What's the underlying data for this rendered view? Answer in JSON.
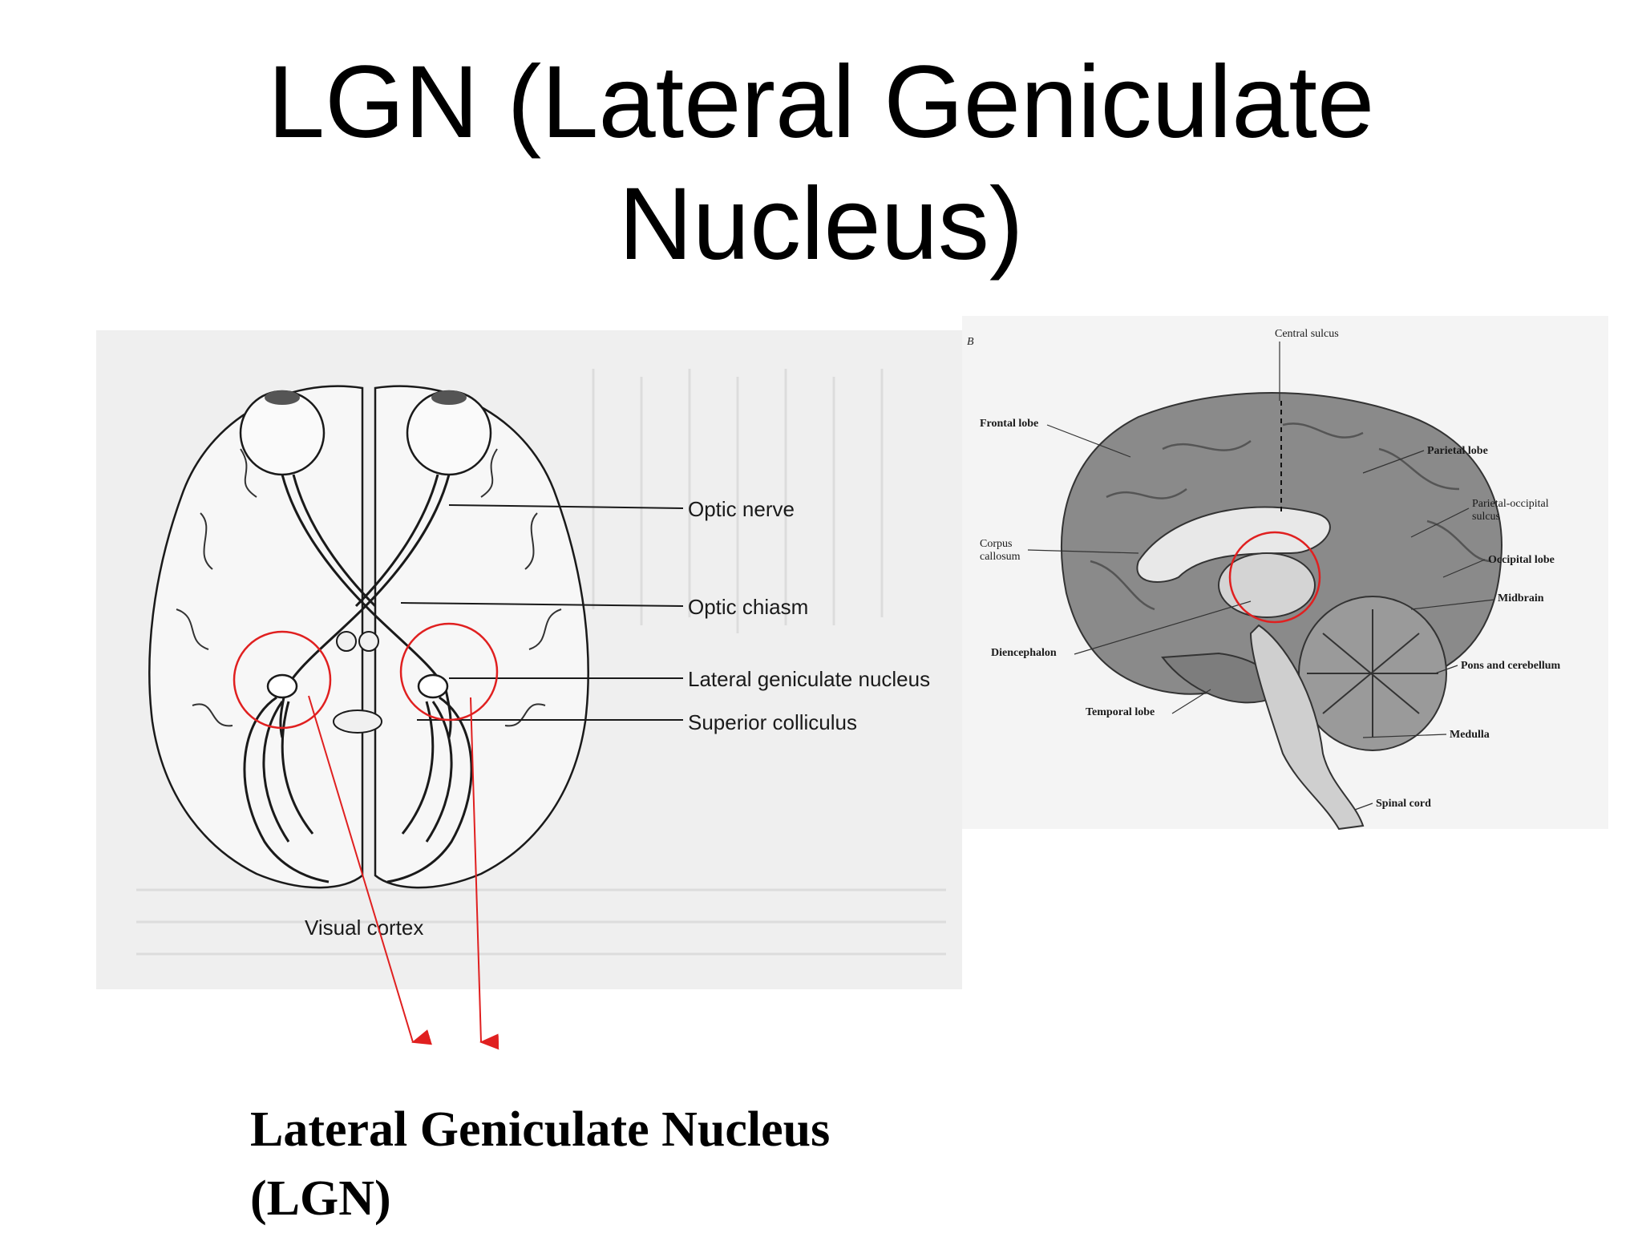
{
  "title": {
    "line1": "LGN (Lateral Geniculate",
    "line2": "Nucleus)"
  },
  "left_figure": {
    "labels": {
      "optic_nerve": "Optic nerve",
      "optic_chiasm": "Optic chiasm",
      "lgn": "Lateral geniculate nucleus",
      "superior_colliculus": "Superior colliculus",
      "visual_cortex": "Visual cortex"
    }
  },
  "right_figure": {
    "panel_letter": "B",
    "labels": {
      "central_sulcus": "Central sulcus",
      "frontal_lobe": "Frontal lobe",
      "parietal_lobe": "Parietal lobe",
      "parietal_occipital_1": "Parietal-occipital",
      "parietal_occipital_2": "sulcus",
      "corpus_1": "Corpus",
      "corpus_2": "callosum",
      "occipital_lobe": "Occipital lobe",
      "midbrain": "Midbrain",
      "diencephalon": "Diencephalon",
      "pons_cerebellum": "Pons and cerebellum",
      "temporal_lobe": "Temporal lobe",
      "medulla": "Medulla",
      "spinal_cord": "Spinal cord"
    }
  },
  "caption": {
    "line1": "Lateral Geniculate Nucleus",
    "line2": "(LGN)"
  },
  "colors": {
    "highlight": "#e02020",
    "ink": "#1a1a1a",
    "panel_bg_left": "#efefef",
    "panel_bg_right": "#f4f4f4"
  }
}
